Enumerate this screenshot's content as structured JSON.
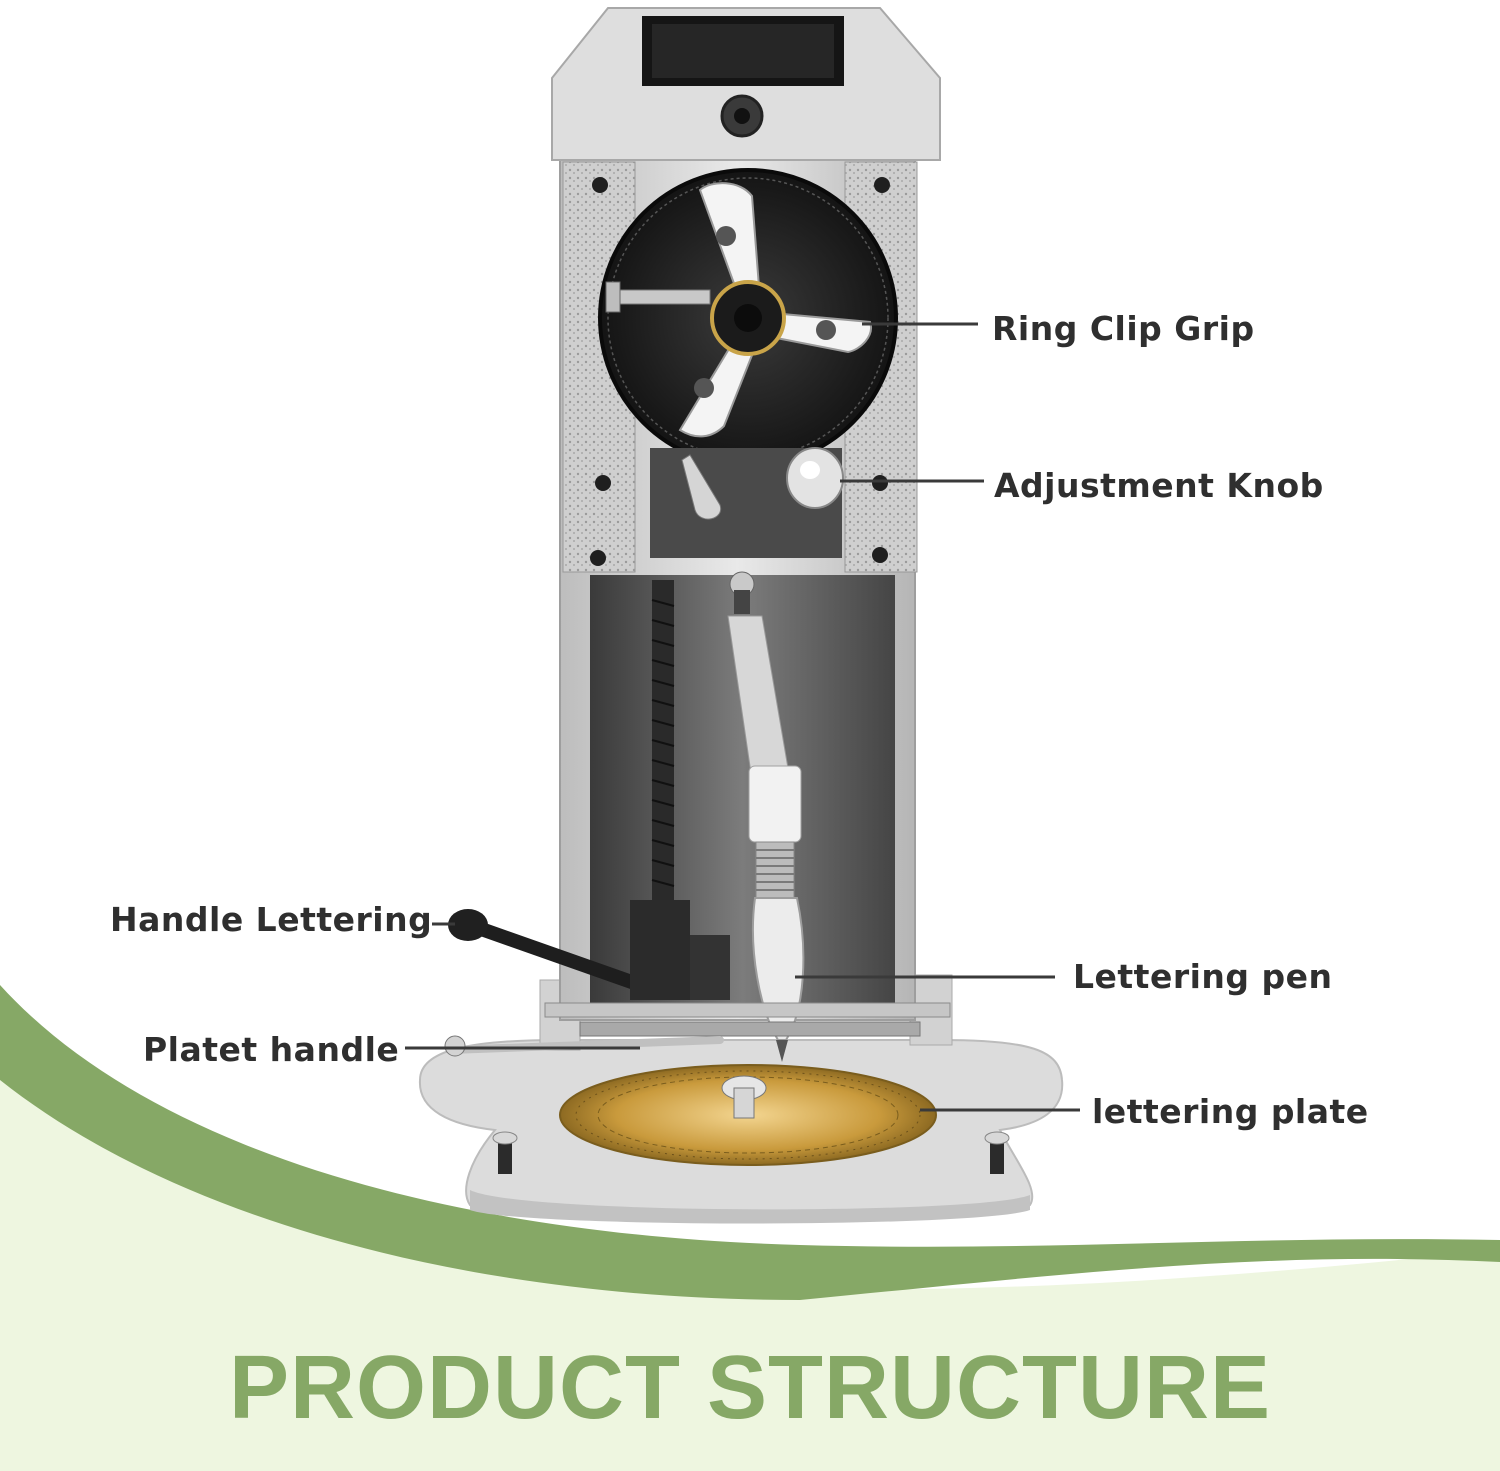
{
  "labels": {
    "ring_clip_grip": "Ring Clip Grip",
    "adjustment_knob": "Adjustment Knob",
    "handle_lettering": "Handle Lettering",
    "lettering_pen": "Lettering pen",
    "platet_handle": "Platet handle",
    "lettering_plate": "lettering plate"
  },
  "title": "PRODUCT STRUCTURE",
  "colors": {
    "accent_green": "#86a866",
    "pale_green": "#eef6e0",
    "machine_gray": "#d9d9d9",
    "label_text": "#2f2f2f"
  }
}
